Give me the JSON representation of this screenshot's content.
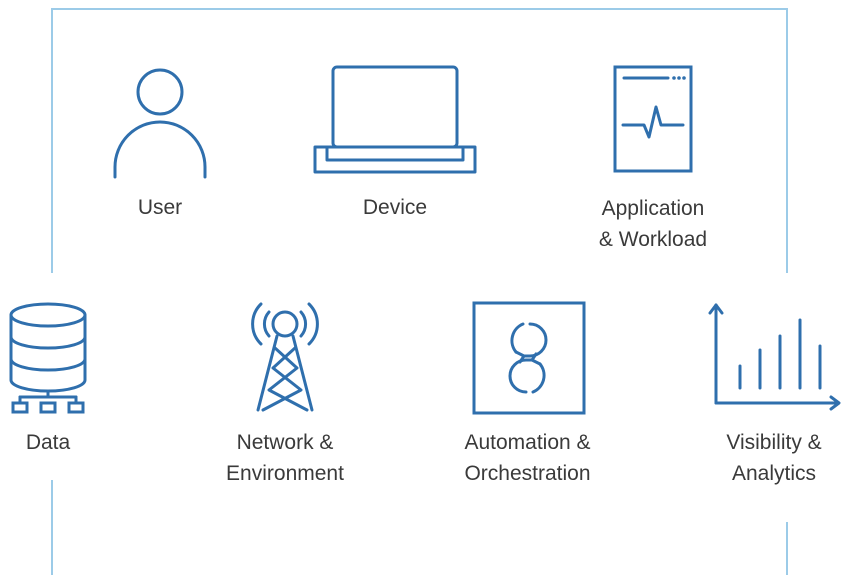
{
  "colors": {
    "icon": "#2f6fad",
    "frame": "#9ccbe8",
    "label_text": "#3a3a3a"
  },
  "pillars": [
    {
      "icon": "user-icon",
      "label_lines": [
        "User"
      ]
    },
    {
      "icon": "laptop-icon",
      "label_lines": [
        "Device"
      ]
    },
    {
      "icon": "application-window-icon",
      "label_lines": [
        "Application",
        "& Workload"
      ]
    },
    {
      "icon": "database-icon",
      "label_lines": [
        "Data"
      ]
    },
    {
      "icon": "radio-tower-icon",
      "label_lines": [
        "Network &",
        "Environment"
      ]
    },
    {
      "icon": "automation-cycle-icon",
      "label_lines": [
        "Automation &",
        "Orchestration"
      ]
    },
    {
      "icon": "bar-chart-icon",
      "label_lines": [
        "Visibility &",
        "Analytics"
      ]
    }
  ]
}
